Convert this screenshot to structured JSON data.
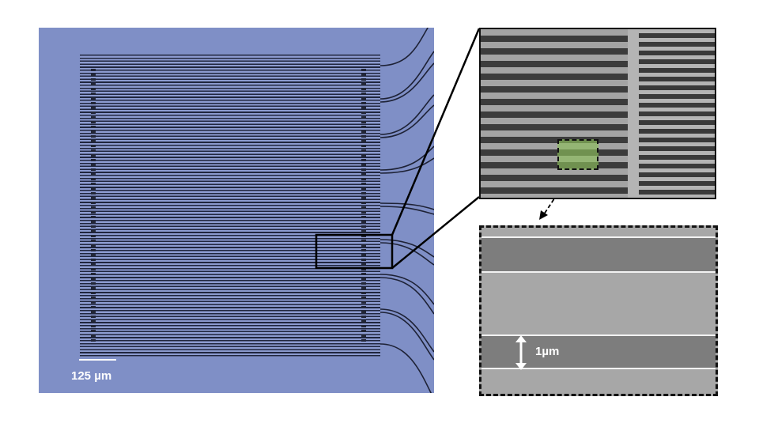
{
  "figure": {
    "optical_panel": {
      "description": "Optical micrograph of interdigitated nanowire grating array with fan-out leads",
      "scale_bar_label": "125 µm",
      "tint_color": "#7f8fc6"
    },
    "sem_top_inset": {
      "description": "SEM zoom of highlighted region showing interdigitated fingers",
      "highlight_color": "#8cbe5a"
    },
    "sem_bottom_inset": {
      "description": "High magnification SEM of highlighted wires",
      "dimension_label": "1µm"
    }
  }
}
